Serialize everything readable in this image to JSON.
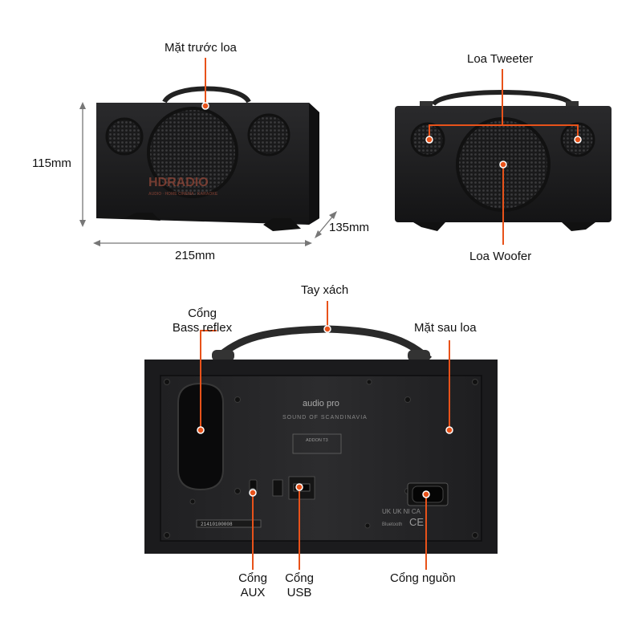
{
  "labels": {
    "front_face": "Mặt trước loa",
    "tweeter": "Loa Tweeter",
    "woofer": "Loa Woofer",
    "handle": "Tay xách",
    "bass_reflex_line1": "Cổng",
    "bass_reflex_line2": "Bass reflex",
    "rear_face": "Mặt sau loa",
    "aux_line1": "Cổng",
    "aux_line2": "AUX",
    "usb_line1": "Cổng",
    "usb_line2": "USB",
    "power": "Cổng nguồn"
  },
  "dimensions": {
    "height": "115mm",
    "width": "215mm",
    "depth": "135mm"
  },
  "device_text": {
    "watermark": "HDRADIO",
    "watermark_sub": "AUDIO · HOME CINEMA · KARAOKE",
    "brand": "audio pro",
    "tagline": "SOUND OF SCANDINAVIA",
    "model": "ADDON T3",
    "serial": "21410100008",
    "bluetooth": "Bluetooth",
    "region": "UK UK NI CA"
  },
  "colors": {
    "callout": "#e8521a",
    "speaker_body": "#1c1c1e",
    "grille": "#2b2b2d"
  }
}
